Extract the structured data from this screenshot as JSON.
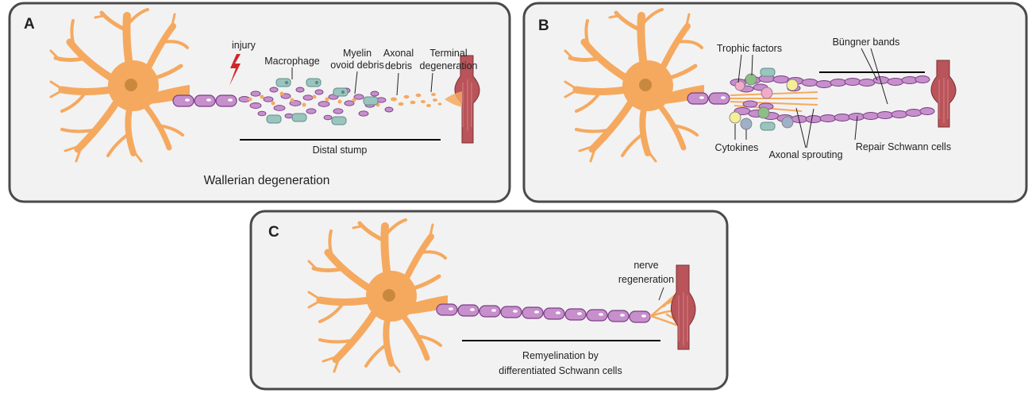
{
  "panels": {
    "a": {
      "letter": "A",
      "labels": {
        "injury": "injury",
        "macrophage": "Macrophage",
        "myelin_1": "Myelin",
        "myelin_2": "ovoid debris",
        "axonal_1": "Axonal",
        "axonal_2": "debris",
        "terminal_1": "Terminal",
        "terminal_2": "degeneration",
        "distal_stump": "Distal stump"
      },
      "caption": "Wallerian degeneration"
    },
    "b": {
      "letter": "B",
      "labels": {
        "trophic": "Trophic factors",
        "bungner": "Büngner bands",
        "cytokines": "Cytokines",
        "sprouting": "Axonal sprouting",
        "repair": "Repair Schwann cells"
      }
    },
    "c": {
      "letter": "C",
      "labels": {
        "nerve_1": "nerve",
        "nerve_2": "regeneration",
        "remyel_1": "Remyelination by",
        "remyel_2": "differentiated Schwann cells"
      }
    }
  },
  "colors": {
    "panel_bg": "#f2f2f2",
    "panel_border": "#4a4a4a",
    "neuron": "#f5a95f",
    "nucleus": "#c8893f",
    "myelin": "#c78fcc",
    "myelin_border": "#7a3f86",
    "muscle": "#b8545a",
    "macrophage": "#9cc4be",
    "injury": "#d2262b"
  }
}
